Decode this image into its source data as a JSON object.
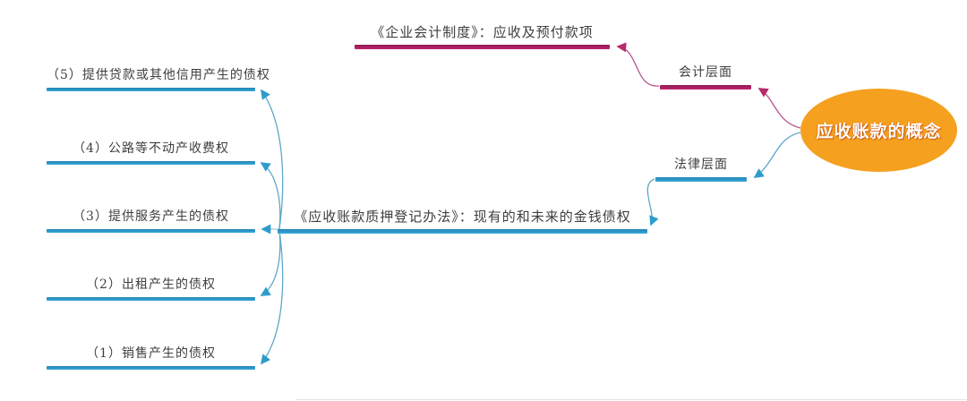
{
  "root": {
    "label": "应收账款的概念"
  },
  "branches": {
    "accounting": {
      "label": "会计层面",
      "detail": "《企业会计制度》：应收及预付款项"
    },
    "legal": {
      "label": "法律层面",
      "detail": "《应收账款质押登记办法》：现有的和未来的金钱债权"
    }
  },
  "items": [
    {
      "label": "（5）提供贷款或其他信用产生的债权"
    },
    {
      "label": "（4）公路等不动产收费权"
    },
    {
      "label": "（3）提供服务产生的债权"
    },
    {
      "label": "（2）出租产生的债权"
    },
    {
      "label": "（1）销售产生的债权"
    }
  ],
  "colors": {
    "accent_orange": "#f5a01e",
    "accent_magenta": "#c02470",
    "accent_blue": "#38a7d9",
    "text": "#3e3e3e"
  }
}
